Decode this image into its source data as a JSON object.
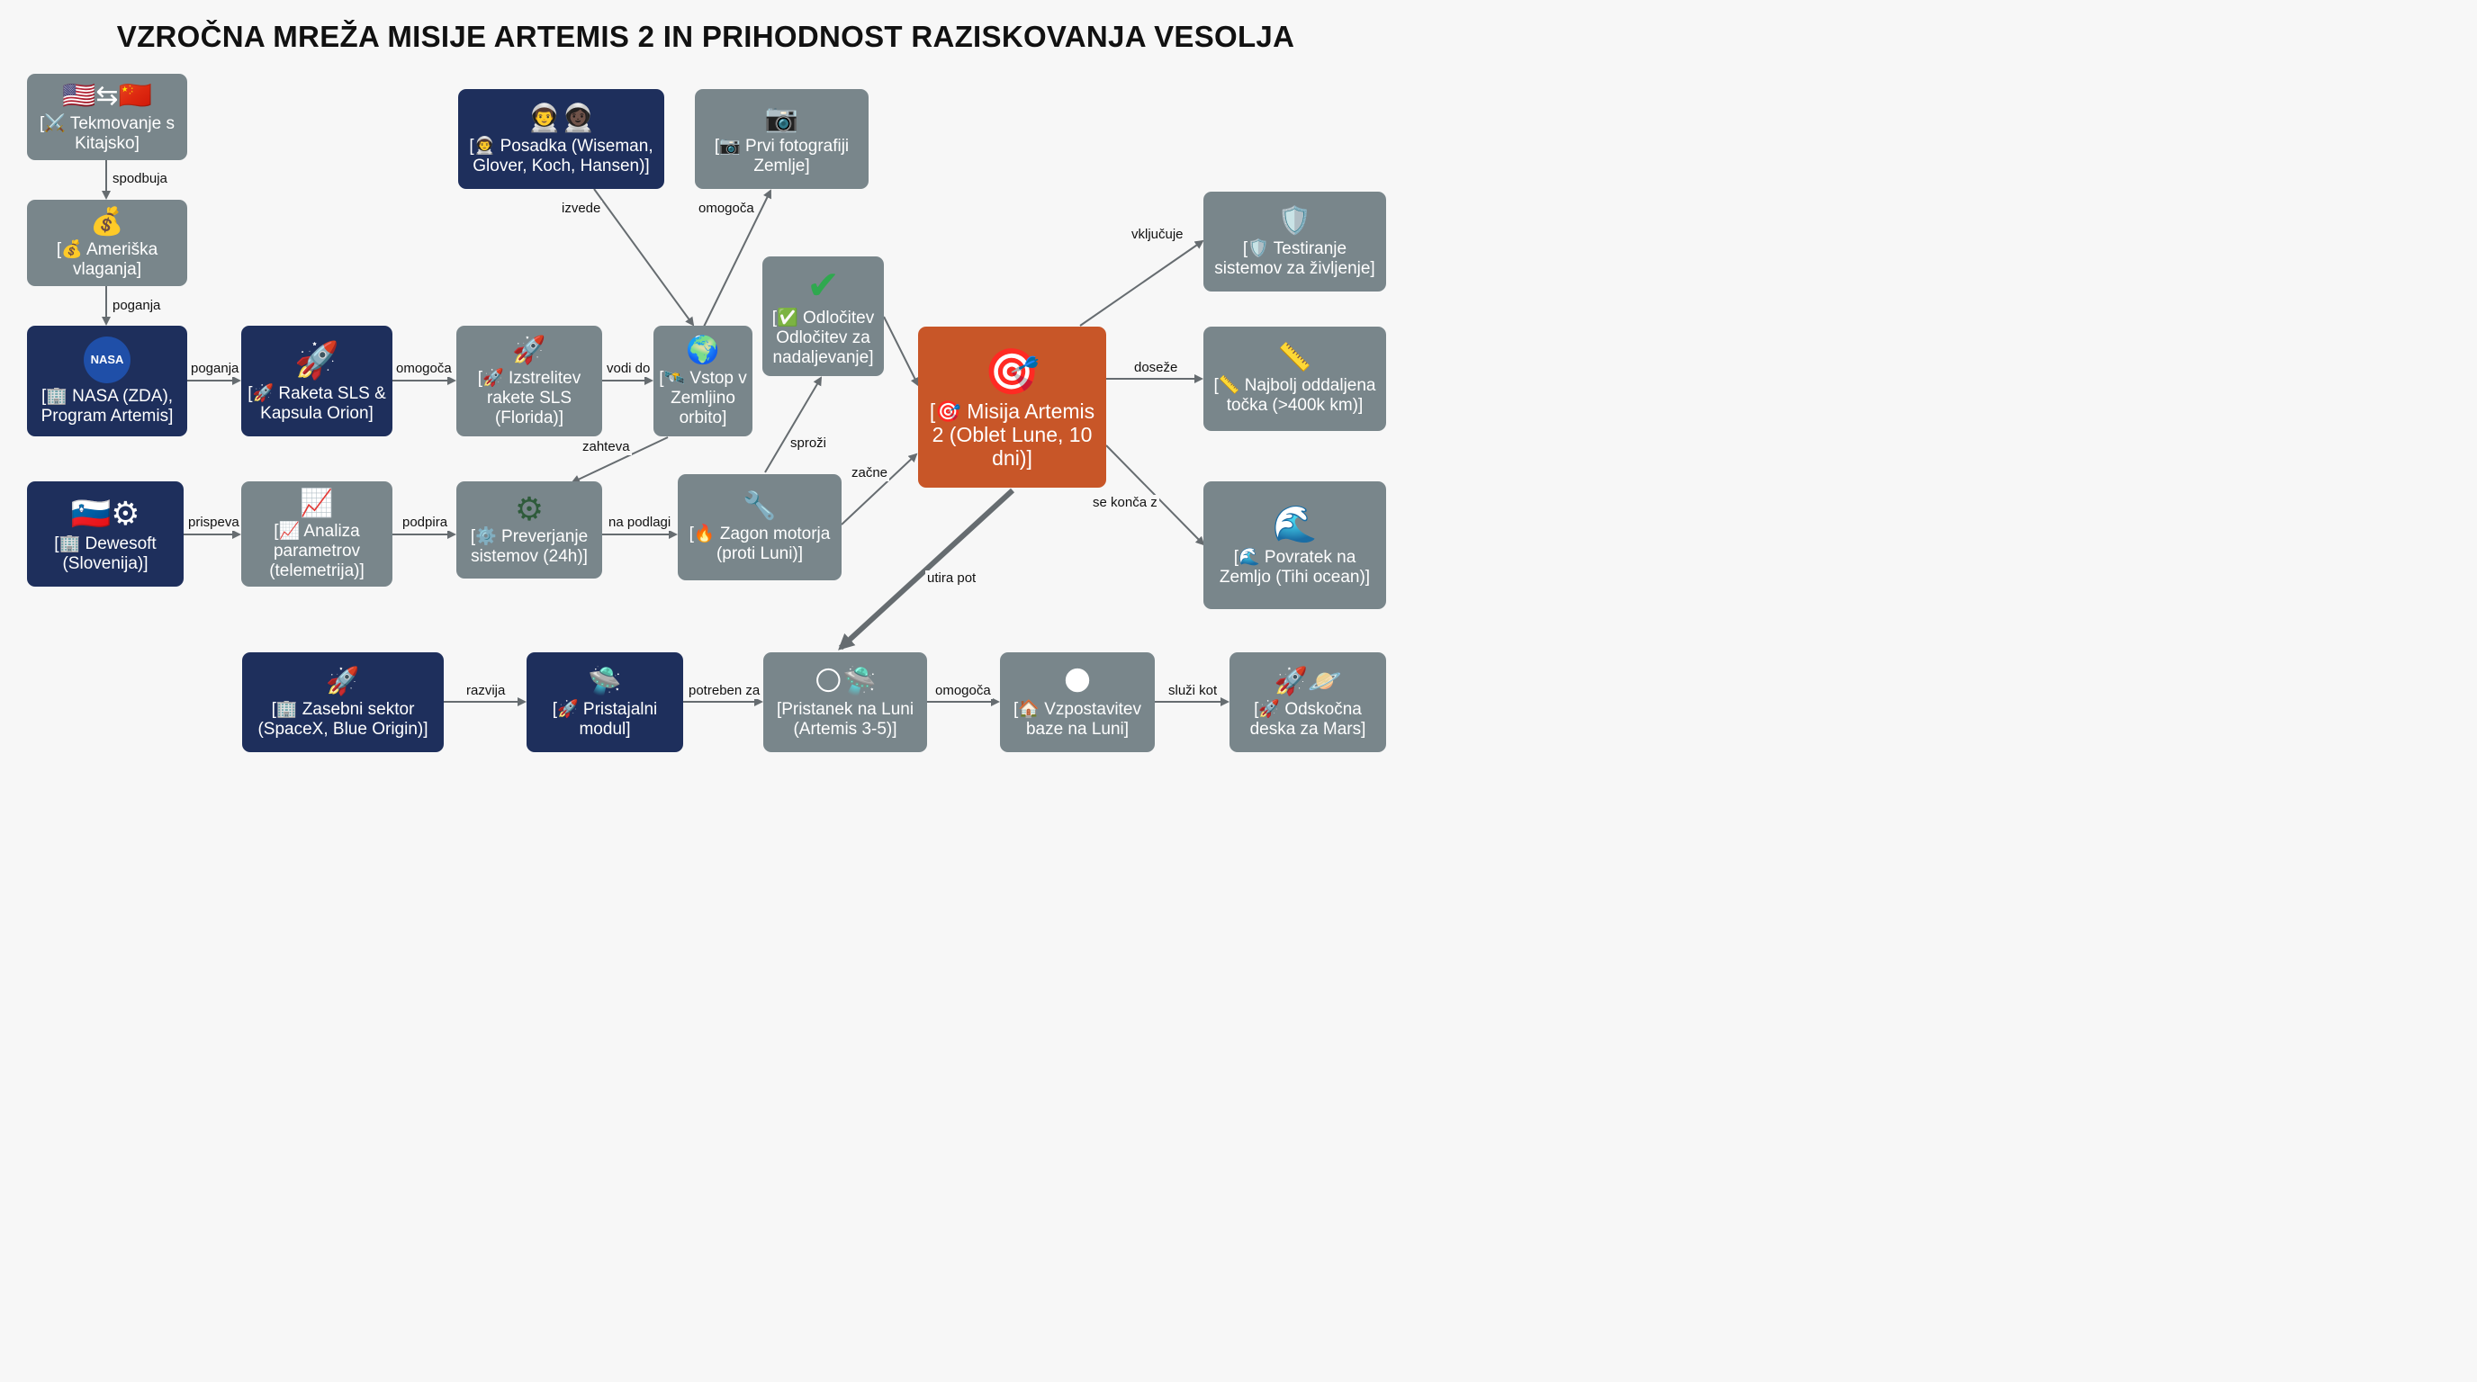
{
  "title": "VZROČNA MREŽA MISIJE ARTEMIS 2 IN PRIHODNOST RAZISKOVANJA VESOLJA",
  "colors": {
    "gray": "#79868b",
    "navy": "#1e2f5c",
    "orange": "#c85628",
    "edge": "#666c70"
  },
  "nodes": {
    "tekmovanje": {
      "icon": "🇺🇸⇆🇨🇳",
      "icon_name": "usa-china-flags-icon",
      "label": "[⚔️ Tekmovanje s Kitajsko]"
    },
    "vlaganja": {
      "icon": "💰",
      "icon_name": "money-bag-icon",
      "label": "[💰 Ameriška vlaganja]"
    },
    "nasa": {
      "icon": "NASA",
      "icon_name": "nasa-logo-icon",
      "label": "[🏢 NASA (ZDA), Program Artemis]"
    },
    "raketa": {
      "icon": "🚀",
      "icon_name": "rocket-icon",
      "label": "[🚀 Raketa SLS & Kapsula Orion]"
    },
    "izstrelitev": {
      "icon": "🚀",
      "icon_name": "rocket-launch-icon",
      "label": "[🚀 Izstrelitev rakete SLS (Florida)]"
    },
    "vstop": {
      "icon": "🌍",
      "icon_name": "earth-orbit-icon",
      "label": "[🛰️ Vstop v Zemljino orbito]"
    },
    "posadka": {
      "icon": "👨‍🚀👩🏿‍🚀",
      "icon_name": "astronauts-icon",
      "label": "[👨‍🚀 Posadka (Wiseman, Glover, Koch, Hansen)]"
    },
    "fotografiji": {
      "icon": "📷",
      "icon_name": "camera-icon",
      "label": "[📷 Prvi fotografiji Zemlje]"
    },
    "odlocitev": {
      "icon": "✔",
      "icon_name": "checkmark-icon",
      "label": "[✅ Odločitev Odločitev za nadaljevanje]"
    },
    "misija": {
      "icon": "🎯",
      "icon_name": "target-icon",
      "label": "[🎯 Misija Artemis 2 (Oblet Lune, 10 dni)]"
    },
    "testiranje": {
      "icon": "🛡️",
      "icon_name": "shield-check-icon",
      "label": "[🛡️ Testiranje sistemov za življenje]"
    },
    "najbolj": {
      "icon": "📏",
      "icon_name": "ruler-icon",
      "label": "[📏 Najbolj oddaljena točka (>400k km)]"
    },
    "povratek": {
      "icon": "🌊",
      "icon_name": "ocean-wave-icon",
      "label": "[🌊 Povratek na Zemljo (Tihi ocean)]"
    },
    "dewesoft": {
      "icon": "🇸🇮⚙",
      "icon_name": "slovenia-flag-gear-icon",
      "label": "[🏢 Dewesoft (Slovenija)]"
    },
    "analiza": {
      "icon": "📈",
      "icon_name": "chart-icon",
      "label": "[📈 Analiza parametrov (telemetrija)]"
    },
    "preverjanje": {
      "icon": "⚙",
      "icon_name": "gear-check-icon",
      "label": "[⚙️ Preverjanje sistemov (24h)]"
    },
    "zagon": {
      "icon": "🔧",
      "icon_name": "engine-icon",
      "label": "[🔥 Zagon motorja (proti Luni)]"
    },
    "zasebni": {
      "icon": "🚀",
      "icon_name": "rocket-icon",
      "label": "[🏢 Zasebni sektor (SpaceX, Blue Origin)]"
    },
    "pristajalni": {
      "icon": "🛸",
      "icon_name": "lunar-lander-icon",
      "label": "[🚀 Pristajalni modul]"
    },
    "pristanek": {
      "icon": "🌕🛸",
      "icon_name": "moon-lander-icon",
      "label": "[Pristanek na Luni (Artemis 3-5)]"
    },
    "baza": {
      "icon": "🌑",
      "icon_name": "moon-base-icon",
      "label": "[🏠 Vzpostavitev baze na Luni]"
    },
    "odskocna": {
      "icon": "🚀🪐",
      "icon_name": "rocket-mars-icon",
      "label": "[🚀 Odskočna deska za Mars]"
    }
  },
  "edges": {
    "spodbuja": "spodbuja",
    "poganja1": "poganja",
    "poganja2": "poganja",
    "omogoca1": "omogoča",
    "vodi_do": "vodi do",
    "izvede": "izvede",
    "omogoca2": "omogoča",
    "zahteva": "zahteva",
    "prispeva": "prispeva",
    "podpira": "podpira",
    "na_podlagi": "na podlagi",
    "sprozi": "sproži",
    "zacne": "začne",
    "vkljucuje": "vključuje",
    "doseze": "doseže",
    "se_konca_z": "se konča z",
    "utira_pot": "utira pot",
    "razvija": "razvija",
    "potreben_za": "potreben za",
    "omogoca3": "omogoča",
    "sluzi_kot": "služi kot"
  }
}
